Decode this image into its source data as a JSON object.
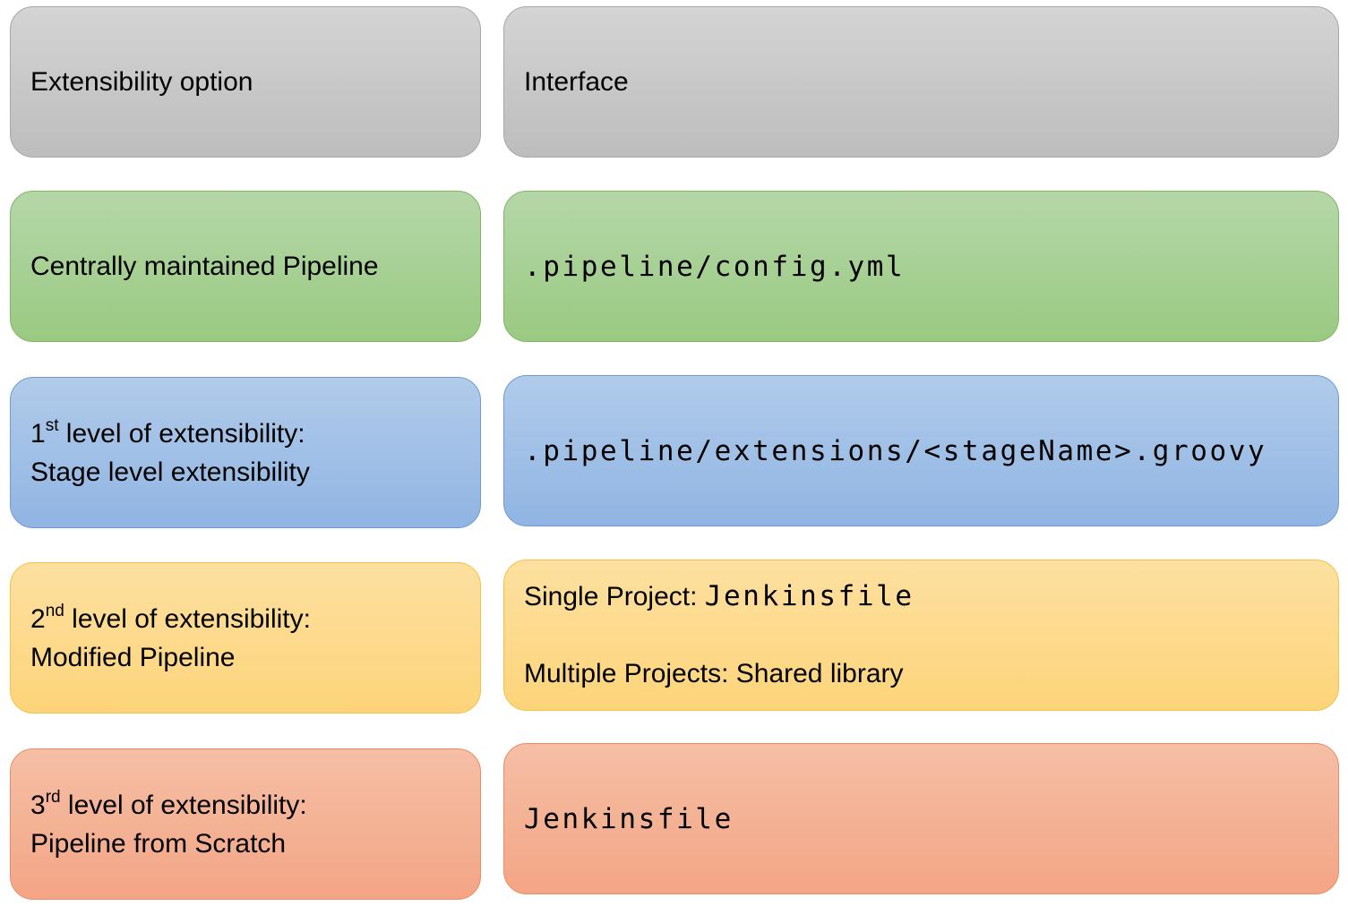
{
  "header": {
    "left": "Extensibility option",
    "right": "Interface"
  },
  "rows": [
    {
      "option": "Centrally maintained Pipeline",
      "interface": ".pipeline/config.yml"
    },
    {
      "option_ordinal_num": "1",
      "option_ordinal_suffix": "st",
      "option_line1_rest": " level of extensibility:",
      "option_line2": "Stage level extensibility",
      "interface": ".pipeline/extensions/<stageName>.groovy"
    },
    {
      "option_ordinal_num": "2",
      "option_ordinal_suffix": "nd",
      "option_line1_rest": " level of extensibility:",
      "option_line2": "Modified Pipeline",
      "interface_single_label": "Single Project: ",
      "interface_single_value": "Jenkinsfile",
      "interface_multiple": "Multiple Projects: Shared library"
    },
    {
      "option_ordinal_num": "3",
      "option_ordinal_suffix": "rd",
      "option_line1_rest": " level of extensibility:",
      "option_line2": "Pipeline from Scratch",
      "interface": "Jenkinsfile"
    }
  ],
  "colors": {
    "header": "#c8c8c8",
    "row1": "#a9d18e",
    "row2": "#9dc3e6",
    "row3": "#ffd966",
    "row4": "#f4b183"
  }
}
